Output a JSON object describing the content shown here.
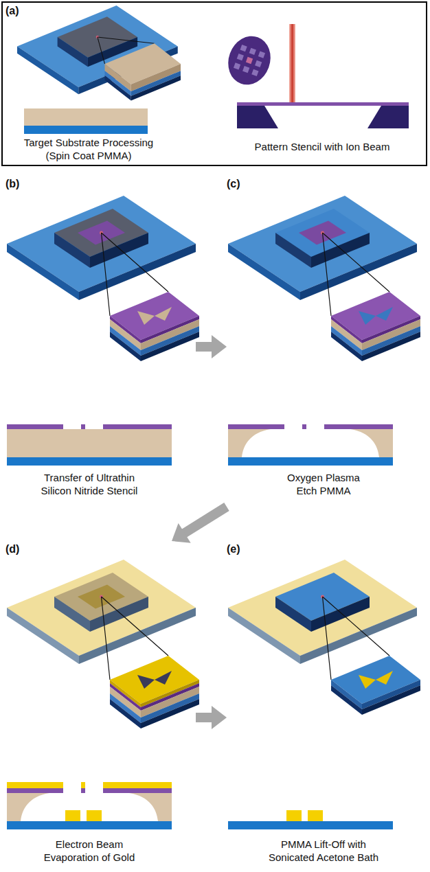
{
  "diagram": {
    "nodes": [
      {
        "text": [
          "(a)",
          "Target Substrate Processing (Spin Coat PMMA)",
          "Pattern Stencil with Ion Beam"
        ]
      },
      {
        "text": [
          "(b)",
          "Transfer of Ultrathin Silicon Nitride Stencil"
        ]
      },
      {
        "text": [
          "(c)",
          "Oxygen Plasma Etch PMMA"
        ]
      },
      {
        "text": [
          "(d)",
          "Electron Beam Evaporation of Gold"
        ]
      },
      {
        "text": [
          "(e)",
          "PMMA Lift-Off with Sonicated Acetone Bath"
        ]
      }
    ],
    "edges": [
      {
        "from": 1,
        "to": 2,
        "arrow": "to"
      },
      {
        "from": 2,
        "to": 3,
        "arrow": "to"
      },
      {
        "from": 3,
        "to": 4,
        "arrow": "to"
      }
    ]
  }
}
